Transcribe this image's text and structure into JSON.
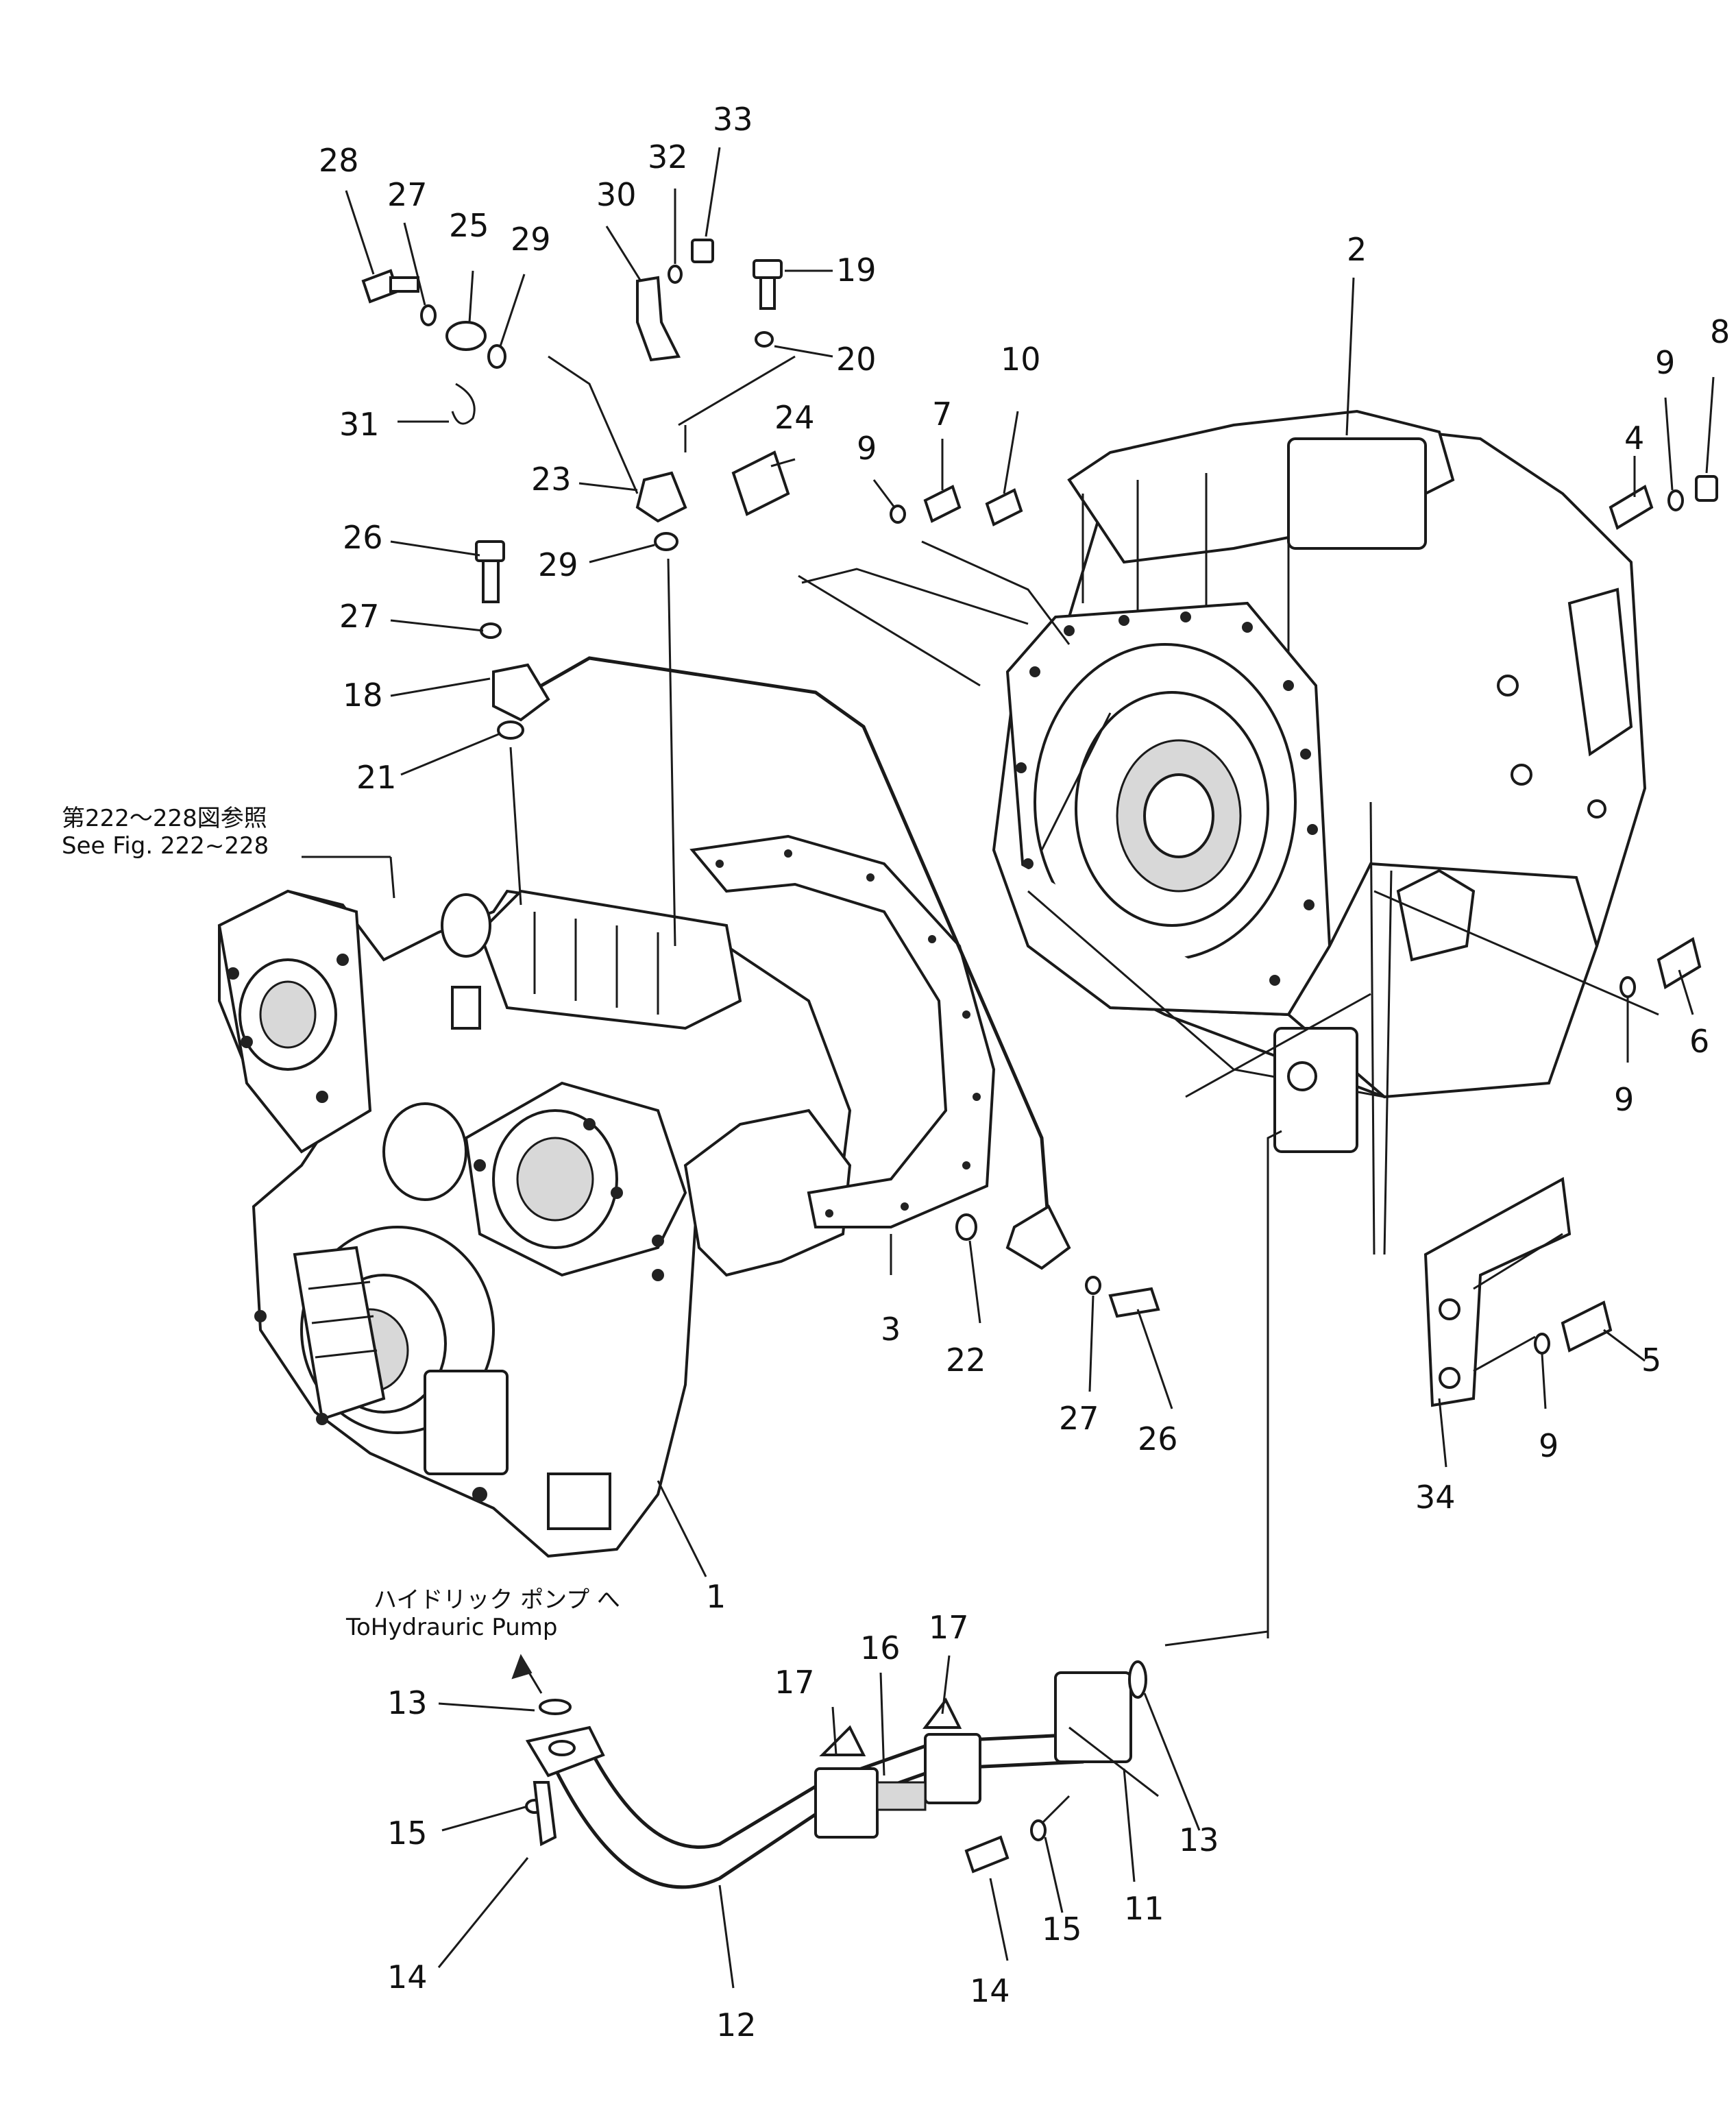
{
  "callouts": [
    "1",
    "2",
    "3",
    "4",
    "5",
    "6",
    "7",
    "8",
    "9",
    "10",
    "11",
    "12",
    "13",
    "14",
    "15",
    "16",
    "17",
    "18",
    "19",
    "20",
    "21",
    "22",
    "23",
    "24",
    "25",
    "26",
    "27",
    "28",
    "29",
    "30",
    "31",
    "32",
    "33",
    "34"
  ],
  "notes": {
    "ref_jp": "第222～228図参照",
    "ref_en": "See Fig. 222~228",
    "pump_jp": "ハイドリック ポンプ へ",
    "pump_en": "ToHydrauric Pump"
  }
}
